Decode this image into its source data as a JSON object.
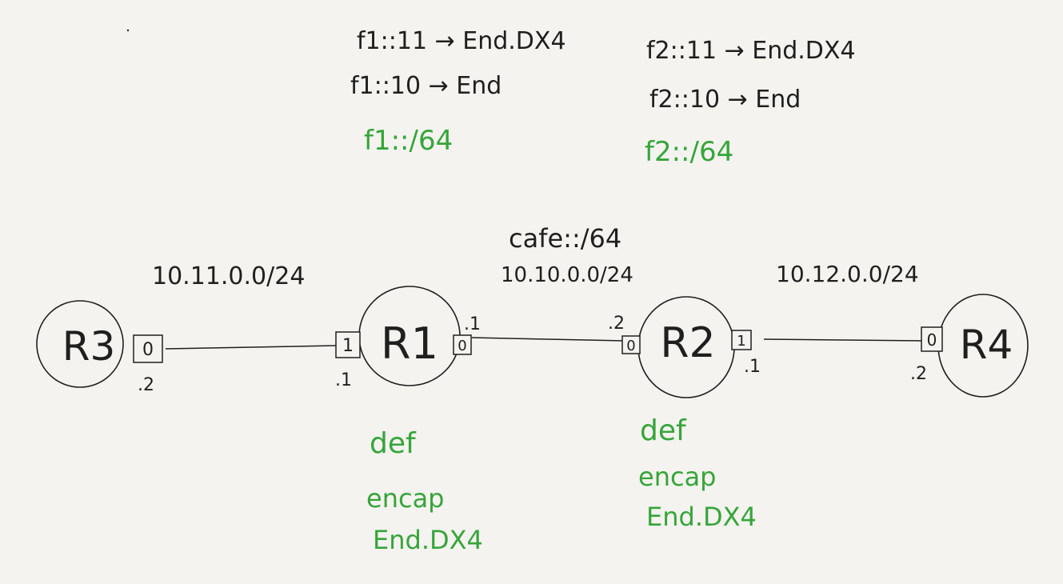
{
  "routers": {
    "r3": "R3",
    "r1": "R1",
    "r2": "R2",
    "r4": "R4"
  },
  "ports": {
    "r3_0": "0",
    "r1_1": "1",
    "r1_0": "0",
    "r2_0": "0",
    "r2_1": "1",
    "r4_0": "0"
  },
  "hosts": {
    "r3_0": ".2",
    "r1_1": ".1",
    "r1_0": ".1",
    "r2_0": ".2",
    "r2_1": ".1",
    "r4_0": ".2"
  },
  "subnets": {
    "left": "10.11.0.0/24",
    "middle_v6": "cafe::/64",
    "middle_v4": "10.10.0.0/24",
    "right": "10.12.0.0/24"
  },
  "r1_sids": {
    "fdx4": "f1::11 → End.DX4",
    "end": "f1::10 → End",
    "locator": "f1::/64"
  },
  "r2_sids": {
    "fdx4": "f2::11 → End.DX4",
    "end": "f2::10 → End",
    "locator": "f2::/64"
  },
  "r1_config": {
    "line1": "def",
    "line2": "encap",
    "line3": "End.DX4"
  },
  "r2_config": {
    "line1": "def",
    "line2": "encap",
    "line3": "End.DX4"
  },
  "colors": {
    "ink": "#1f1f1f",
    "green": "#36a53a",
    "background": "#f4f3ef"
  }
}
